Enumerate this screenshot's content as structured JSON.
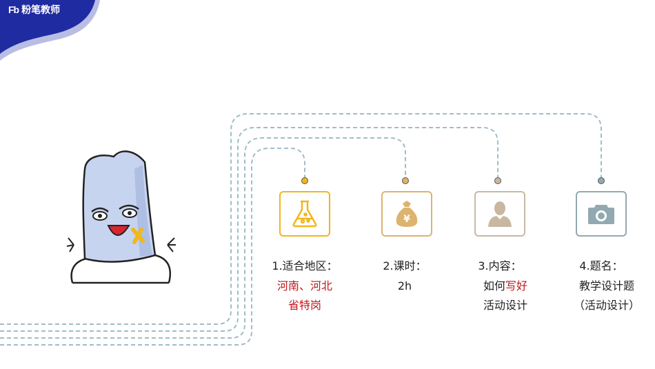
{
  "logo": {
    "mark": "Fb",
    "text": "粉笔教师"
  },
  "colors": {
    "brand_blue": "#1f2ba0",
    "line": "#9fbcc8",
    "accent_yellow": "#f3b51c",
    "accent_gold": "#dcb36f",
    "accent_taupe": "#c8b8a2",
    "accent_slate": "#92a9b1",
    "highlight_red": "#c0161c"
  },
  "items": [
    {
      "label": "1.适合地区：",
      "detail_lines": [
        [
          {
            "t": "河南、河北",
            "red": true
          }
        ],
        [
          {
            "t": "省特岗",
            "red": true
          }
        ]
      ],
      "icon": "flask-icon"
    },
    {
      "label": "2.课时：",
      "detail_lines": [
        [
          {
            "t": "2h",
            "red": false
          }
        ]
      ],
      "icon": "money-bag-icon"
    },
    {
      "label": "3.内容：",
      "detail_lines": [
        [
          {
            "t": "如何",
            "red": false
          },
          {
            "t": "写好",
            "red": true
          }
        ],
        [
          {
            "t": "活动设计",
            "red": false
          }
        ]
      ],
      "icon": "person-icon"
    },
    {
      "label": "4.题名：",
      "detail_lines": [
        [
          {
            "t": "教学设计题",
            "red": false
          }
        ],
        [
          {
            "t": "（活动设计）",
            "red": false
          }
        ]
      ],
      "icon": "camera-icon"
    }
  ]
}
